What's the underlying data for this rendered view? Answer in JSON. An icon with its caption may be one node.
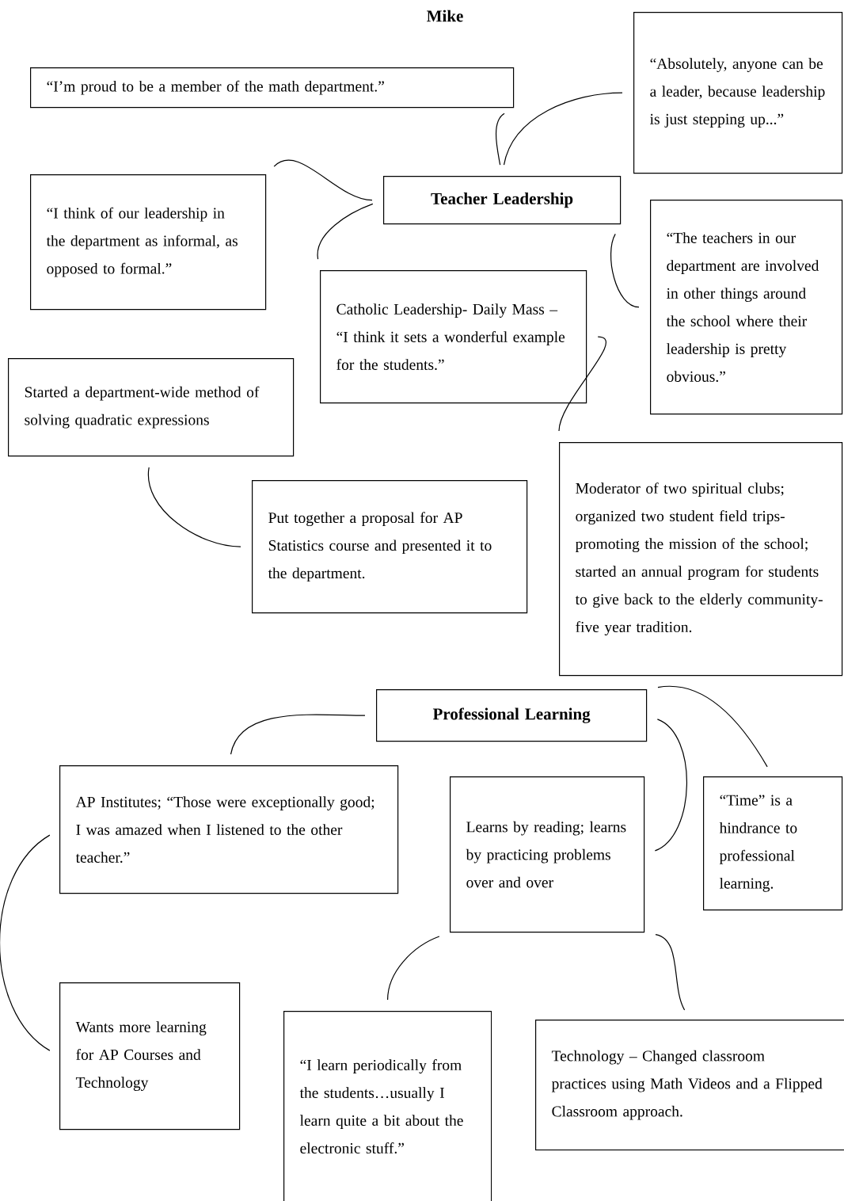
{
  "diagram": {
    "title": "Mike",
    "nodes": [
      {
        "text": [
          "“I’m proud to be a member of the math department.”"
        ]
      },
      {
        "text": [
          "“Absolutely, anyone can be a leader, because leadership is just stepping up...”"
        ]
      },
      {
        "text": [
          "Teacher Leadership"
        ]
      },
      {
        "text": [
          "“I think of our leadership in the department as informal, as opposed to formal.”"
        ]
      },
      {
        "text": [
          "“The teachers in our department are involved in other things around the school where their leadership is pretty obvious.”"
        ]
      },
      {
        "text": [
          "Catholic Leadership- Daily Mass – “I think it sets a wonderful example for the students.”"
        ]
      },
      {
        "text": [
          "Started a department-wide method of solving quadratic expressions"
        ]
      },
      {
        "text": [
          "Moderator of two spiritual clubs; organized two student field trips-promoting the mission of the school; started an annual program for students to give back to the elderly community-five year tradition."
        ]
      },
      {
        "text": [
          "Put together a proposal for AP Statistics course and presented it to the department."
        ]
      },
      {
        "text": [
          "Professional Learning"
        ]
      },
      {
        "text": [
          "AP Institutes; “Those were exceptionally good; I was amazed when I listened to the other teacher.”"
        ]
      },
      {
        "text": [
          "Learns by reading; learns by practicing problems over and over"
        ]
      },
      {
        "text": [
          "“Time” is a hindrance to professional learning."
        ]
      },
      {
        "text": [
          "Wants more learning for AP Courses and Technology"
        ]
      },
      {
        "text": [
          "“I learn periodically from the students…usually I learn quite a bit about the electronic stuff.”"
        ]
      },
      {
        "text": [
          "Technology – Changed classroom practices using Math Videos and a Flipped Classroom approach."
        ]
      }
    ],
    "edges": [
      {
        "from": 0,
        "to": 2,
        "arrow": "none"
      },
      {
        "from": 2,
        "to": 1,
        "arrow": "none"
      },
      {
        "from": 3,
        "to": 2,
        "arrow": "none"
      },
      {
        "from": 2,
        "to": 5,
        "arrow": "none"
      },
      {
        "from": 2,
        "to": 4,
        "arrow": "none"
      },
      {
        "from": 5,
        "to": 7,
        "arrow": "none"
      },
      {
        "from": 6,
        "to": 8,
        "arrow": "none"
      },
      {
        "from": 9,
        "to": 10,
        "arrow": "none"
      },
      {
        "from": 9,
        "to": 11,
        "arrow": "none"
      },
      {
        "from": 9,
        "to": 12,
        "arrow": "none"
      },
      {
        "from": 10,
        "to": 13,
        "arrow": "none"
      },
      {
        "from": 11,
        "to": 14,
        "arrow": "none"
      },
      {
        "from": 11,
        "to": 15,
        "arrow": "none"
      }
    ]
  }
}
